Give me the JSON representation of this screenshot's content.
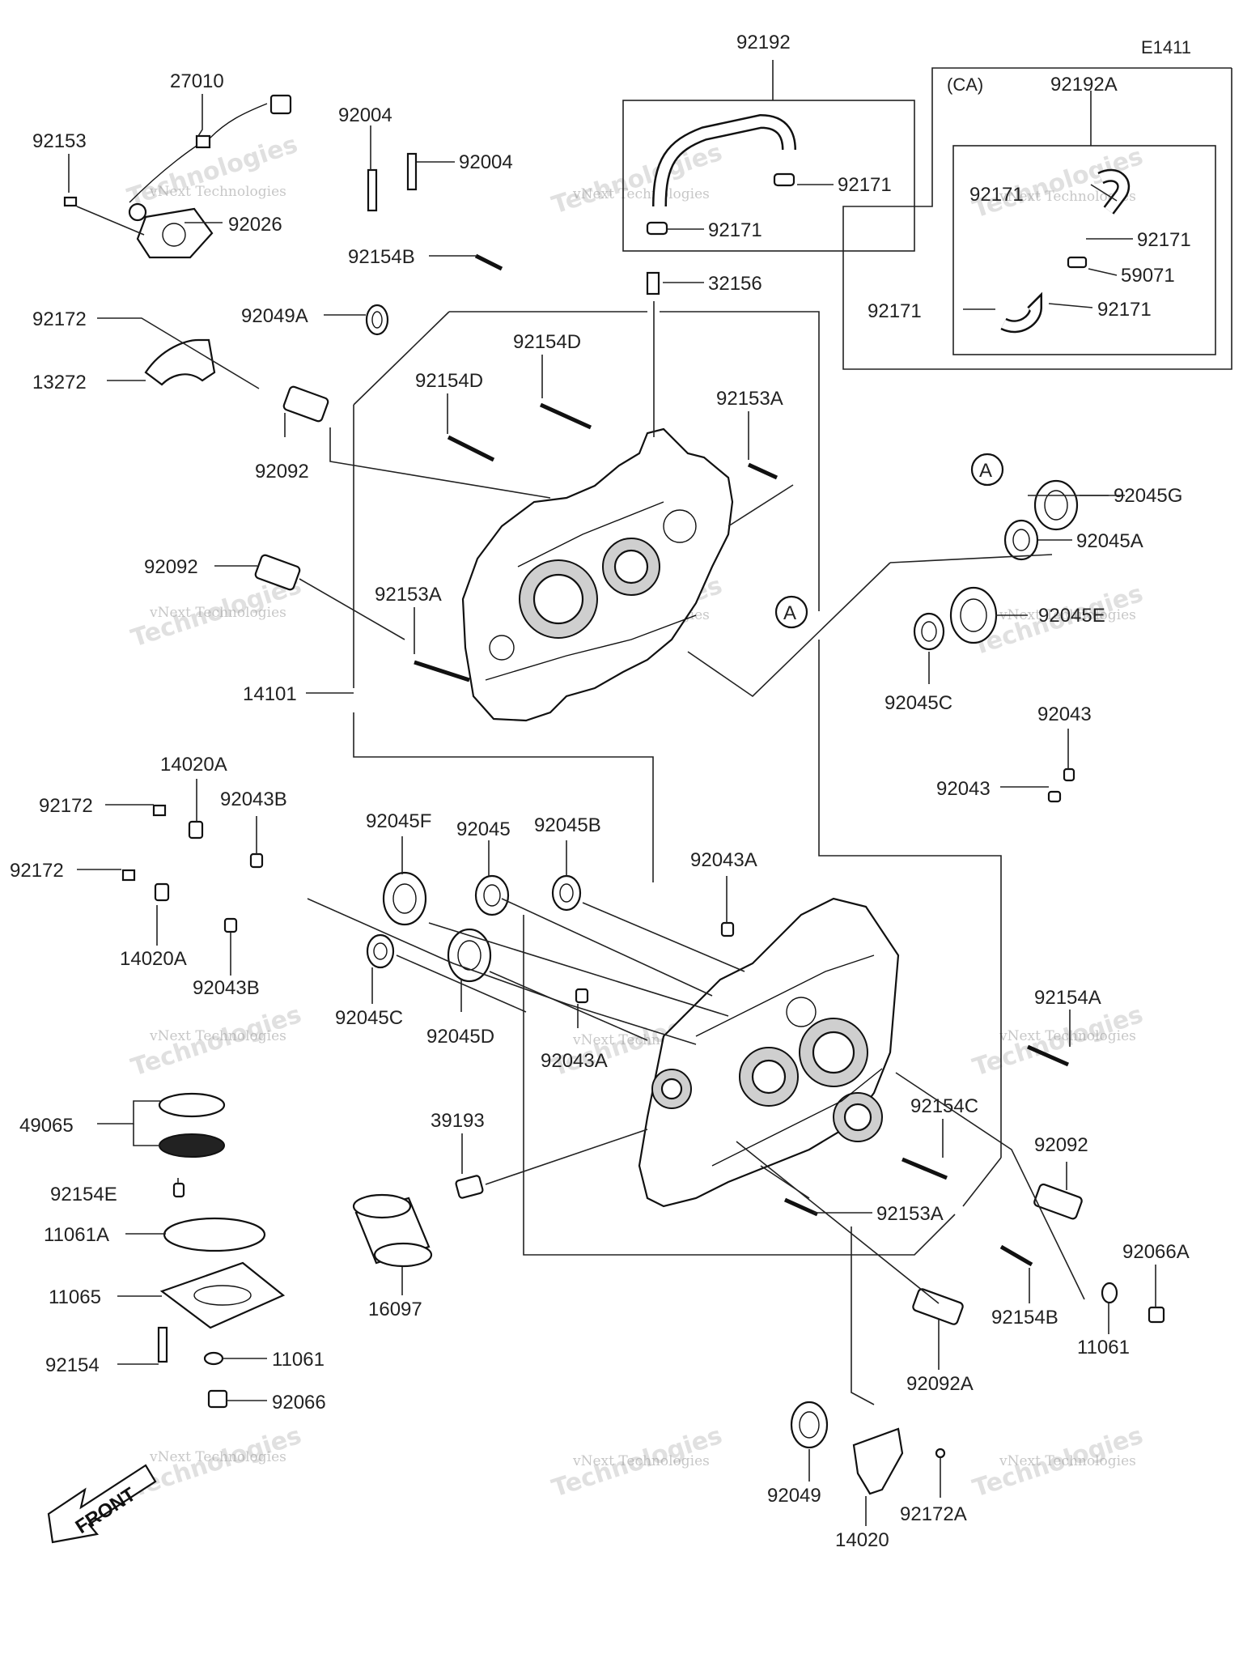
{
  "diagram_id": "E1411",
  "variant_box_label": "(CA)",
  "callout_letter": "A",
  "front_label": "FRONT",
  "watermark": {
    "line1": "vNext Technologies",
    "line2": "Technologies",
    "line3": "vNext"
  },
  "labels": {
    "p27010": "27010",
    "p92153": "92153",
    "p92026": "92026",
    "p92004a": "92004",
    "p92004b": "92004",
    "p92154B_top": "92154B",
    "p92192": "92192",
    "p92171_a": "92171",
    "p92171_b": "92171",
    "p92192A": "92192A",
    "p92171_c": "92171",
    "p92171_d": "92171",
    "p59071": "59071",
    "p92171_e": "92171",
    "p92171_f": "92171",
    "p32156": "32156",
    "p92172_top": "92172",
    "p92049A": "92049A",
    "p13272": "13272",
    "p92154D_a": "92154D",
    "p92154D_b": "92154D",
    "p92153A_top": "92153A",
    "p92092_top": "92092",
    "p92045G": "92045G",
    "p92045A": "92045A",
    "p92092_mid": "92092",
    "p92153A_mid": "92153A",
    "p92045E": "92045E",
    "p92045C_r": "92045C",
    "p14101": "14101",
    "p92043_a": "92043",
    "p92043_b": "92043",
    "p14020A_a": "14020A",
    "p92172_a": "92172",
    "p92043B_a": "92043B",
    "p92045F": "92045F",
    "p92045": "92045",
    "p92045B": "92045B",
    "p92043A_a": "92043A",
    "p92172_b": "92172",
    "p14020A_b": "14020A",
    "p92043B_b": "92043B",
    "p92045C_l": "92045C",
    "p92045D": "92045D",
    "p92043A_b": "92043A",
    "p92154A": "92154A",
    "p49065": "49065",
    "p39193": "39193",
    "p92154C": "92154C",
    "p92092_r": "92092",
    "p92154E": "92154E",
    "p11061A": "11061A",
    "p92153A_bot": "92153A",
    "p11065": "11065",
    "p16097": "16097",
    "p92066A": "92066A",
    "p92154B_bot": "92154B",
    "p11061_r": "11061",
    "p92154": "92154",
    "p11061_l": "11061",
    "p92092A": "92092A",
    "p92066": "92066",
    "p92049": "92049",
    "p92172A": "92172A",
    "p14020": "14020"
  }
}
